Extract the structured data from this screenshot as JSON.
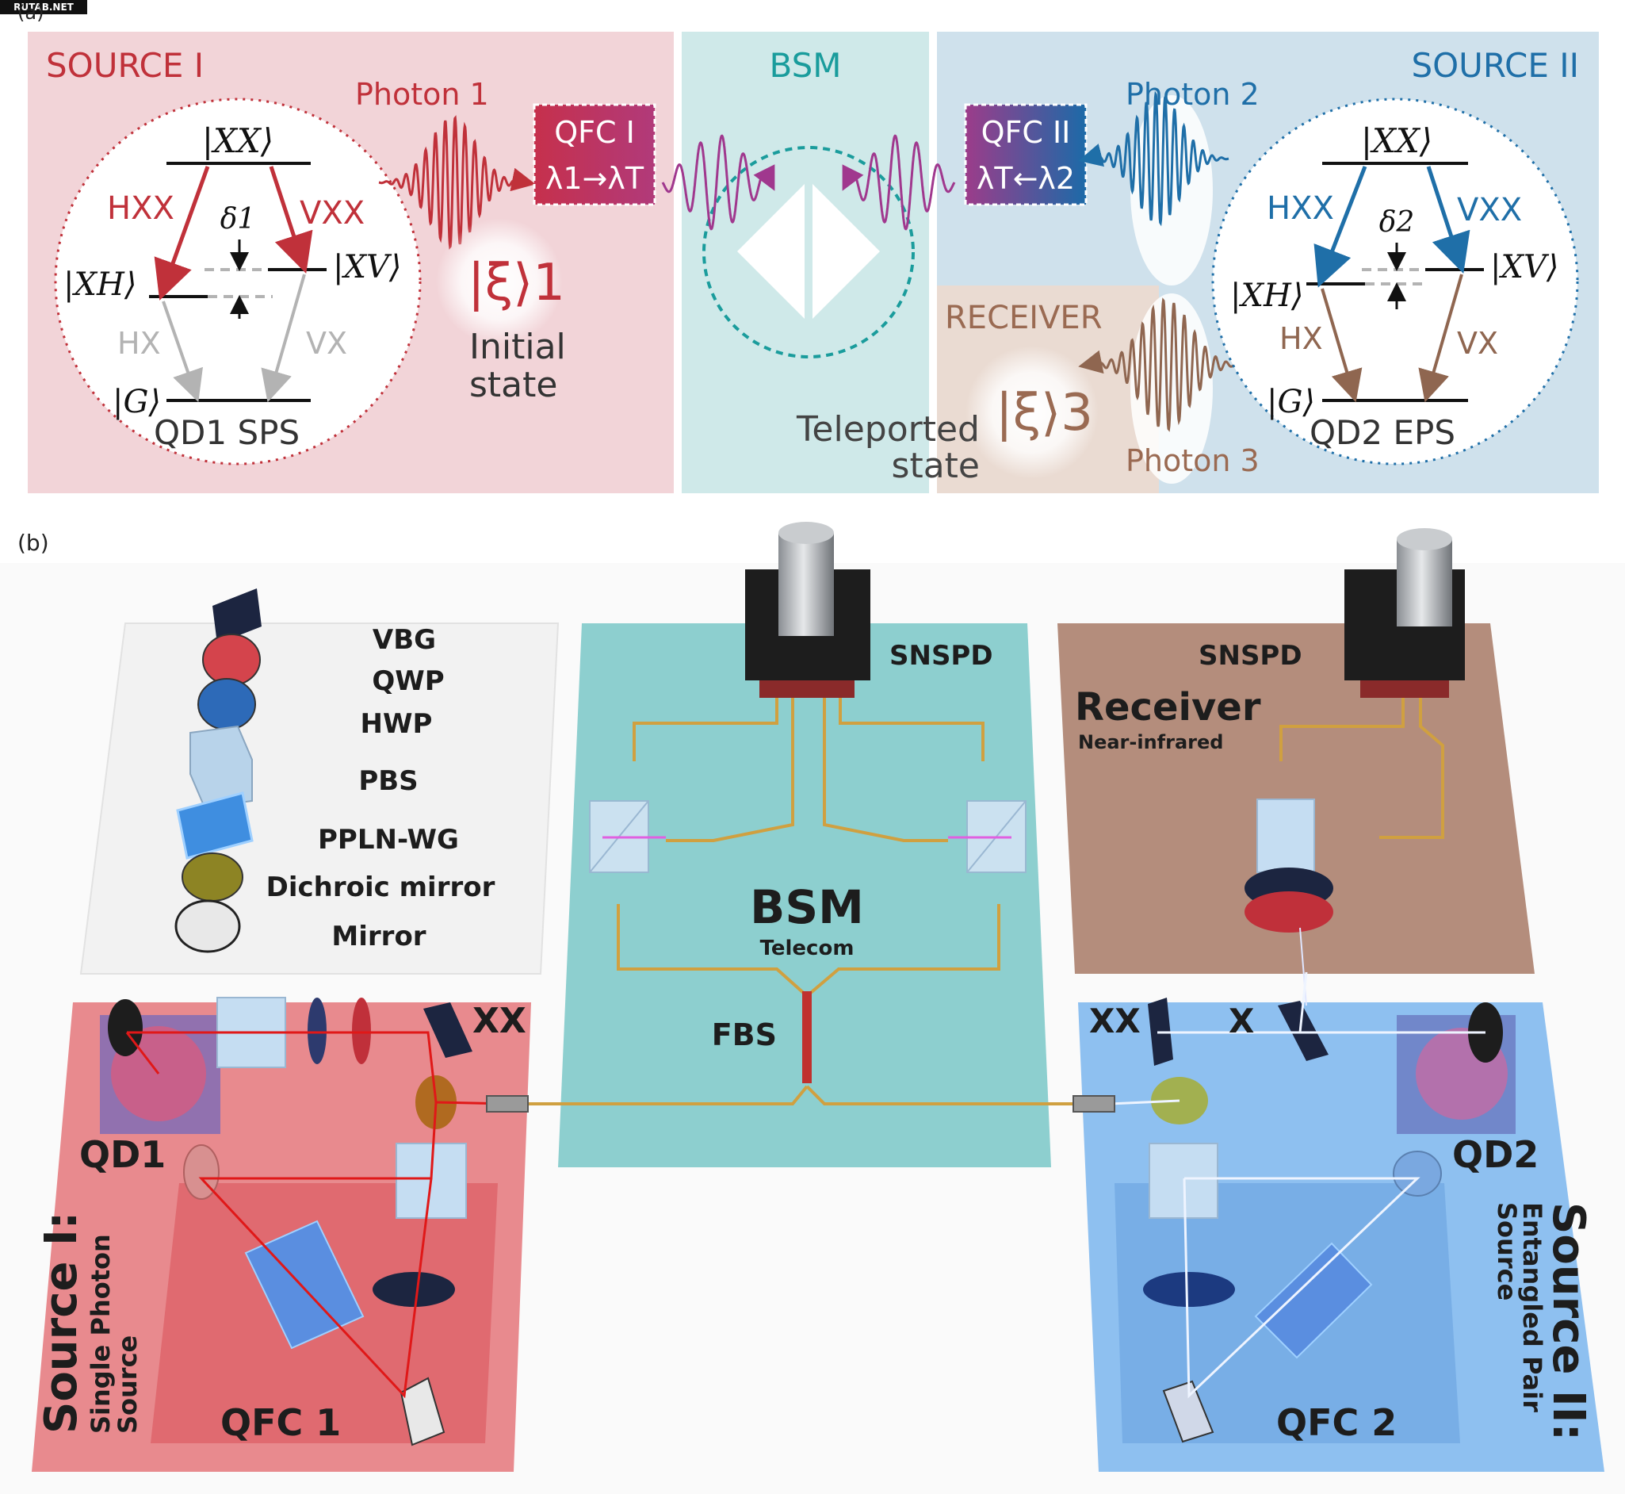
{
  "watermark": "RUTAB.NET",
  "panel_a": {
    "label": "(a)",
    "source1": {
      "title": "SOURCE I",
      "photon": "Photon 1",
      "qfc_line1": "QFC I",
      "qfc_line2": "λ1→λT",
      "xx": "|XX⟩",
      "hxx": "HXX",
      "vxx": "VXX",
      "delta": "δ1",
      "xh": "|XH⟩",
      "xv": "|XV⟩",
      "hx": "HX",
      "vx": "VX",
      "g": "|G⟩",
      "qd": "QD1  SPS",
      "ket": "|ξ⟩1",
      "state_line1": "Initial",
      "state_line2": "state"
    },
    "bsm": {
      "title": "BSM"
    },
    "source2": {
      "title": "SOURCE II",
      "photon": "Photon 2",
      "qfc_line1": "QFC II",
      "qfc_line2": "λT←λ2",
      "xx": "|XX⟩",
      "hxx": "HXX",
      "vxx": "VXX",
      "delta": "δ2",
      "xh": "|XH⟩",
      "xv": "|XV⟩",
      "hx": "HX",
      "vx": "VX",
      "g": "|G⟩",
      "qd": "QD2  EPS"
    },
    "receiver": {
      "title": "RECEIVER",
      "ket": "|ξ⟩3",
      "state_line1": "Teleported",
      "state_line2": "state",
      "photon": "Photon 3"
    }
  },
  "panel_b": {
    "label": "(b)",
    "legend": [
      "VBG",
      "QWP",
      "HWP",
      "PBS",
      "PPLN-WG",
      "Dichroic mirror",
      "Mirror"
    ],
    "bsm": {
      "detector": "SNSPD",
      "title": "BSM",
      "subtitle": "Telecom",
      "fbs": "FBS"
    },
    "receiver": {
      "detector": "SNSPD",
      "title": "Receiver",
      "subtitle": "Near-infrared"
    },
    "source1": {
      "xx": "XX",
      "qd": "QD1",
      "qfc": "QFC 1",
      "title": "Source I:",
      "sub1": "Single Photon",
      "sub2": "Source"
    },
    "source2": {
      "xx": "XX",
      "x": "X",
      "qd": "QD2",
      "qfc": "QFC 2",
      "title": "Source II:",
      "sub1": "Entangled Pair",
      "sub2": "Source"
    }
  },
  "colors": {
    "source1_bg": "#f2d4d8",
    "bsm_bg": "#cfe9e9",
    "source2_bg": "#cfe1ec",
    "receiver_bg": "#eadbd2",
    "red": "#c0313a",
    "blue": "#1f6fa8",
    "teal": "#1a9c9c",
    "purple": "#a0388e",
    "brown": "#9a6a52"
  }
}
